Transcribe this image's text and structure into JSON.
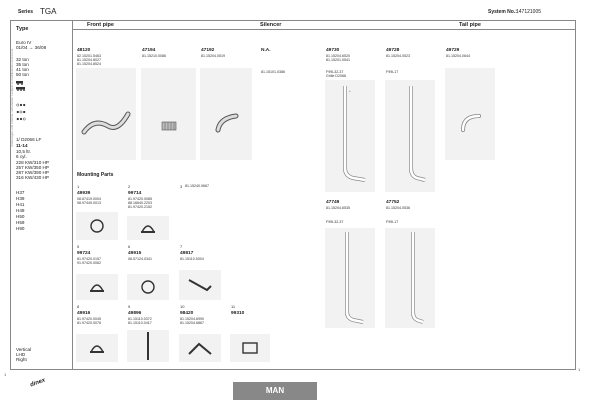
{
  "side_note": "Änderungen und Irrtümer vorbehalten / subject to modifications and errors",
  "header": {
    "series_label": "Series",
    "series_value": "TGA",
    "system_label": "System No.:",
    "system_value": "147121005"
  },
  "left": {
    "type_label": "Type",
    "lines_a": [
      "Euro IV",
      "01/04 → 36/08"
    ],
    "lines_b": [
      "32 ton",
      "35 ton",
      "41 ton",
      "50 ton"
    ],
    "engine": [
      "1/ D2066 LF",
      "11-14",
      "10,5 ltr.",
      "6 cyl.",
      "228 KW/310 HP",
      "257 KW/350 HP",
      "287 KW/390 HP",
      "316 KW/430 HP"
    ],
    "models": [
      "H37",
      "H39",
      "H41",
      "H49",
      "H50",
      "H59",
      "H90"
    ],
    "position": [
      "Vertical",
      "LHD",
      "Right"
    ]
  },
  "sections": {
    "front_pipe": "Front pipe",
    "silencer": "Silencer",
    "tail_pipe": "Tail pipe",
    "mounting_parts": "Mounting Parts"
  },
  "parts": [
    {
      "num": "48120",
      "ref": "82.15201.5463\n81.15204.8027\n81.15204.8524"
    },
    {
      "num": "47194",
      "ref": "81.15210.0086"
    },
    {
      "num": "47192",
      "ref": "81.15204.0519"
    },
    {
      "num": "N.A.",
      "ref": "81.15101.0386"
    },
    {
      "num": "49730",
      "ref": "81.15204.6520\n81.15201.0541",
      "extra": "F99L32-37\nGrille D2066"
    },
    {
      "num": "49728",
      "ref": "81.15204.0523",
      "extra": "F99L17"
    },
    {
      "num": "49729",
      "ref": "81.15204.0644"
    },
    {
      "num": "47749",
      "ref": "81.15204.6535",
      "extra": "F99L32-37"
    },
    {
      "num": "47752",
      "ref": "81.15204.0536",
      "extra": "F99L17"
    }
  ],
  "mounting": [
    {
      "idx": "1",
      "num": "49939",
      "ref": "08.67419.0004\n98.97449.0013"
    },
    {
      "idx": "2",
      "num": "99714",
      "ref": "81.97420.0085\n88.16640.2203\n81.97420.2152"
    },
    {
      "idx": "3",
      "num": "",
      "ref": "81.15240.0667"
    },
    {
      "idx": "5",
      "num": "99724",
      "ref": "81.97420.0157\n91.97420.0062"
    },
    {
      "idx": "6",
      "num": "49915",
      "ref": "08.57124.0341"
    },
    {
      "idx": "7",
      "num": "49817",
      "ref": "81.15110.5304"
    },
    {
      "idx": "8",
      "num": "49916",
      "ref": "81.97420.0045\n81.97420.0076"
    },
    {
      "idx": "9",
      "num": "49896",
      "ref": "81.15110.0372\n81.15110.0417"
    },
    {
      "idx": "10",
      "num": "98420",
      "ref": "81.15204.6990\n81.15204.6867"
    },
    {
      "idx": "11",
      "num": "99310",
      "ref": ""
    }
  ],
  "footer": {
    "logo": "dinex",
    "brand": "MAN",
    "page_left": "1",
    "page_right": "1"
  }
}
